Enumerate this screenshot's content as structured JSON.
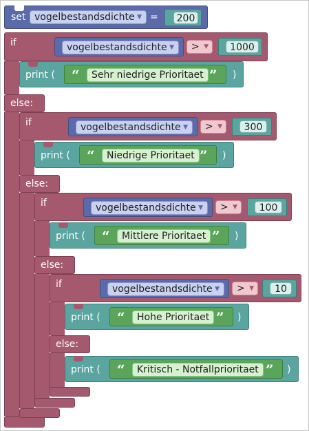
{
  "set_block": {
    "keyword": "set",
    "variable": "vogelbestandsdichte",
    "equals": "=",
    "value": "200"
  },
  "if_blocks": [
    {
      "if_label": "if",
      "else_label": "else:",
      "variable": "vogelbestandsdichte",
      "operator": ">",
      "threshold": "1000",
      "print_label": "print (",
      "print_close": ")",
      "message": "Sehr niedrige Prioritaet"
    },
    {
      "if_label": "if",
      "else_label": "else:",
      "variable": "vogelbestandsdichte",
      "operator": ">",
      "threshold": "300",
      "print_label": "print (",
      "print_close": ")",
      "message": "Niedrige Prioritaet"
    },
    {
      "if_label": "if",
      "else_label": "else:",
      "variable": "vogelbestandsdichte",
      "operator": ">",
      "threshold": "100",
      "print_label": "print (",
      "print_close": ")",
      "message": "Mittlere Prioritaet"
    },
    {
      "if_label": "if",
      "else_label": "else:",
      "variable": "vogelbestandsdichte",
      "operator": ">",
      "threshold": "10",
      "print_label": "print (",
      "print_close": ")",
      "message": "Hohe Prioritaet"
    }
  ],
  "final_print": {
    "print_label": "print (",
    "print_close": ")",
    "message": "Kritisch - Notfallprioritaet"
  },
  "glyphs": {
    "quote_open": "“",
    "quote_close": "”",
    "dropdown_caret": "▼"
  },
  "colors": {
    "set_block": "#5b6aa8",
    "if_block": "#a5596f",
    "print_block": "#5aa59f",
    "string_block": "#5ba55b",
    "number_block": "#5aa59f"
  }
}
